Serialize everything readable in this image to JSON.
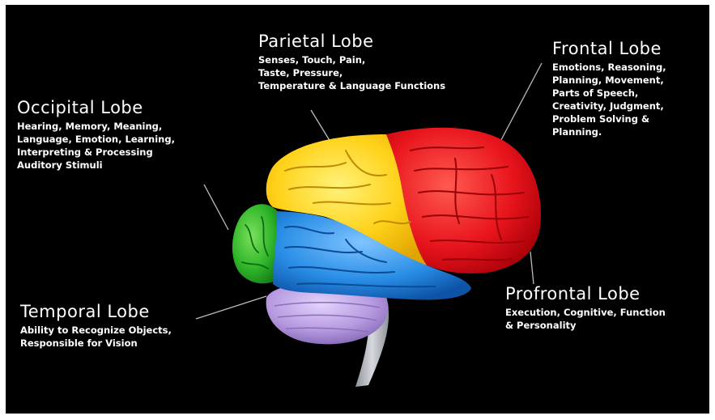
{
  "colors": {
    "background": "#000000",
    "text": "#ffffff",
    "parietal": "#ffd21a",
    "frontal": "#e8141c",
    "occipital": "#2fb52a",
    "temporal": "#2a8ee6",
    "cerebellum": "#b79ae0",
    "brainstem": "#b8bcc4",
    "leader_line": "#bbbbbb"
  },
  "labels": {
    "parietal": {
      "title": "Parietal Lobe",
      "lines": [
        "Senses, Touch, Pain,",
        "Taste, Pressure,",
        "Temperature & Language Functions"
      ]
    },
    "frontal": {
      "title": "Frontal Lobe",
      "lines": [
        "Emotions, Reasoning,",
        "Planning, Movement,",
        "Parts of Speech,",
        "Creativity, Judgment,",
        "Problem Solving  &",
        "Planning."
      ]
    },
    "occipital": {
      "title": "Occipital Lobe",
      "lines": [
        "Hearing, Memory, Meaning,",
        "Language, Emotion, Learning,",
        "Interpreting & Processing",
        "Auditory Stimuli"
      ]
    },
    "temporal": {
      "title": "Temporal Lobe",
      "lines": [
        "Ability to Recognize Objects,",
        "Responsible for Vision"
      ]
    },
    "prefrontal": {
      "title": "Profrontal Lobe",
      "lines": [
        "Execution, Cognitive, Function",
        "& Personality"
      ]
    }
  }
}
